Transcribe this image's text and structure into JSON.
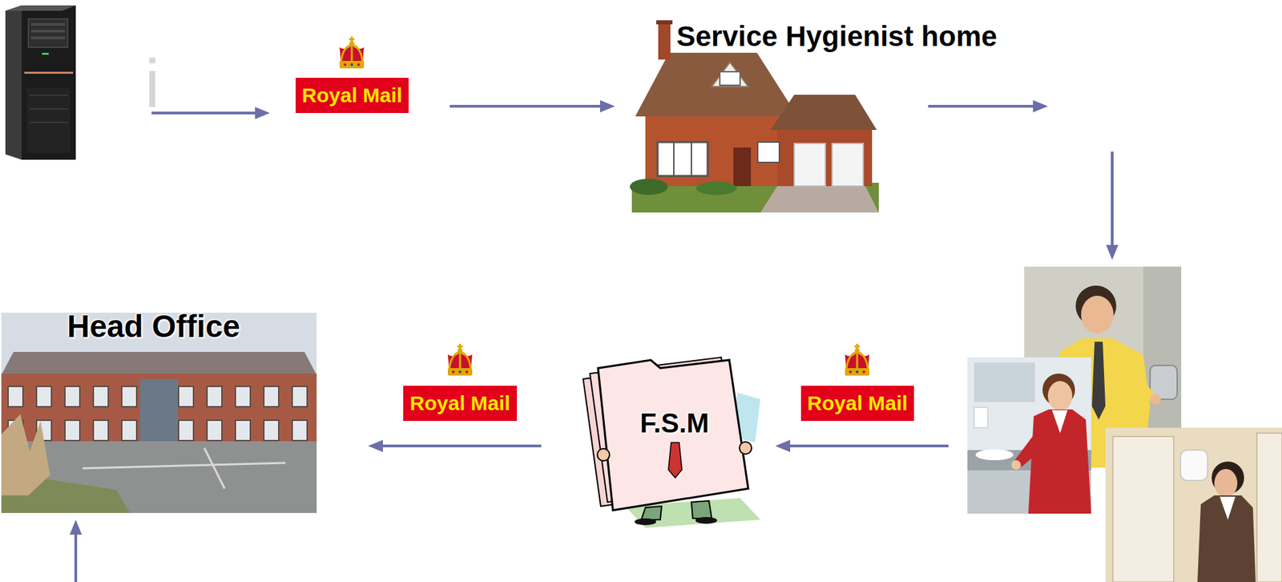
{
  "diagram": {
    "nodes": [
      {
        "text": [
          "Royal Mail"
        ]
      },
      {
        "text": [
          "Service Hygienist home"
        ]
      },
      {
        "text": [
          "Head Office"
        ]
      },
      {
        "text": [
          "Royal Mail"
        ]
      },
      {
        "text": [
          "F.S.M"
        ]
      },
      {
        "text": [
          "Royal Mail"
        ]
      }
    ],
    "edges": [
      {
        "from": 0,
        "to": 1,
        "arrow": "to"
      },
      {
        "from": 5,
        "to": 4,
        "arrow": "to"
      },
      {
        "from": 4,
        "to": 3,
        "arrow": "none"
      },
      {
        "from": 3,
        "to": 2,
        "arrow": "to"
      }
    ],
    "labels": [
      "i"
    ]
  }
}
